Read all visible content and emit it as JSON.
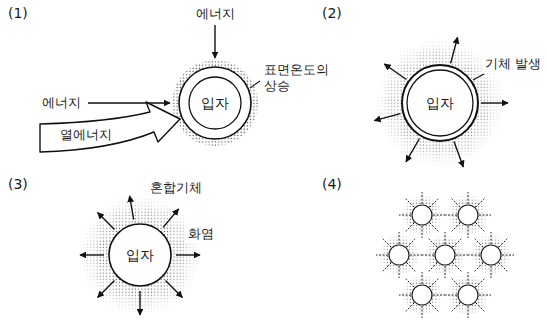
{
  "diagram": {
    "nodes": [
      {
        "text": [
          "입자"
        ]
      },
      {
        "text": [
          "입자"
        ]
      },
      {
        "text": [
          "입자"
        ]
      }
    ],
    "labels": [
      "(1)",
      "에너지",
      "표면온도의 상승",
      "에너지",
      "열에너지",
      "(2)",
      "기체 발생",
      "(3)",
      "혼합기체",
      "화염",
      "(4)"
    ]
  }
}
